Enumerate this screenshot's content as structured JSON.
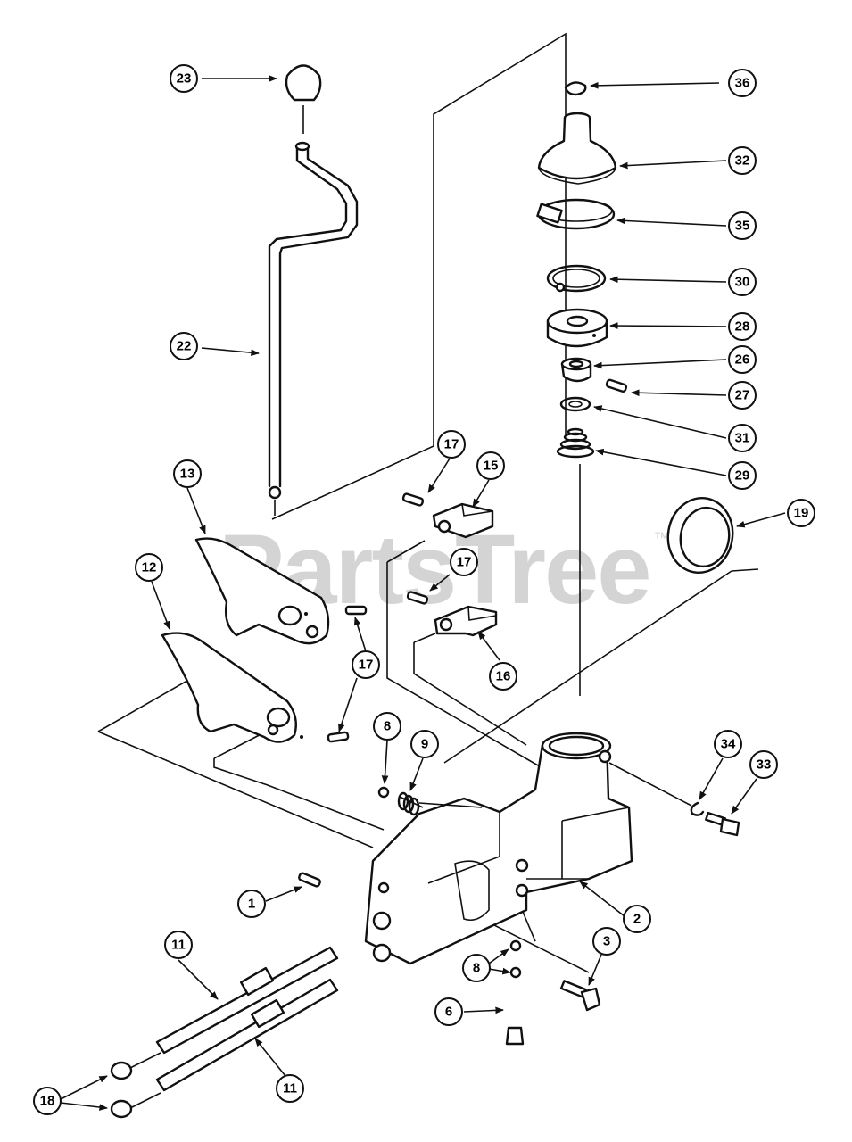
{
  "watermark": {
    "text": "PartsTree",
    "mark": "™"
  },
  "callouts": [
    {
      "id": "c23",
      "label": "23"
    },
    {
      "id": "c36",
      "label": "36"
    },
    {
      "id": "c32",
      "label": "32"
    },
    {
      "id": "c35",
      "label": "35"
    },
    {
      "id": "c30",
      "label": "30"
    },
    {
      "id": "c28",
      "label": "28"
    },
    {
      "id": "c26",
      "label": "26"
    },
    {
      "id": "c27",
      "label": "27"
    },
    {
      "id": "c31",
      "label": "31"
    },
    {
      "id": "c29",
      "label": "29"
    },
    {
      "id": "c22",
      "label": "22"
    },
    {
      "id": "c17a",
      "label": "17"
    },
    {
      "id": "c15",
      "label": "15"
    },
    {
      "id": "c19",
      "label": "19"
    },
    {
      "id": "c13",
      "label": "13"
    },
    {
      "id": "c17b",
      "label": "17"
    },
    {
      "id": "c12",
      "label": "12"
    },
    {
      "id": "c16",
      "label": "16"
    },
    {
      "id": "c17c",
      "label": "17"
    },
    {
      "id": "c8a",
      "label": "8"
    },
    {
      "id": "c9",
      "label": "9"
    },
    {
      "id": "c34",
      "label": "34"
    },
    {
      "id": "c33",
      "label": "33"
    },
    {
      "id": "c1",
      "label": "1"
    },
    {
      "id": "c2",
      "label": "2"
    },
    {
      "id": "c11a",
      "label": "11"
    },
    {
      "id": "c3",
      "label": "3"
    },
    {
      "id": "c8b",
      "label": "8"
    },
    {
      "id": "c6",
      "label": "6"
    },
    {
      "id": "c11b",
      "label": "11"
    },
    {
      "id": "c18",
      "label": "18"
    }
  ]
}
